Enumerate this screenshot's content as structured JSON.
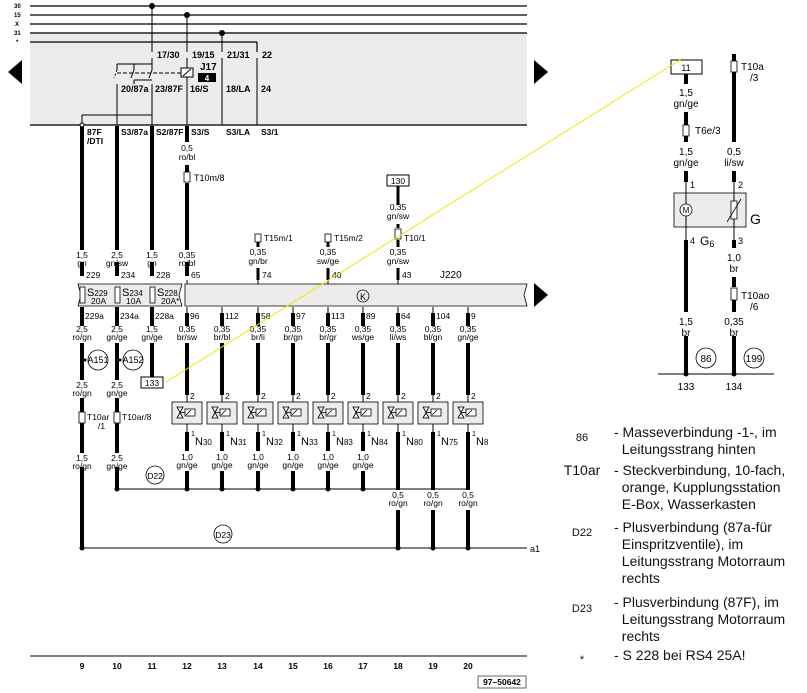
{
  "rails": [
    {
      "label": "30"
    },
    {
      "label": "15"
    },
    {
      "label": "X"
    },
    {
      "label": "31"
    },
    {
      "label": "*"
    }
  ],
  "relay": {
    "name": "J17",
    "badge": "4",
    "pins_top": [
      "17/30",
      "19/15",
      "21/31",
      "22"
    ],
    "pins_bottom": [
      "20/87a",
      "23/87F",
      "16/S",
      "18/LA",
      "24"
    ]
  },
  "relay_outputs": [
    "87F\n/DTI",
    "S3/87a",
    "S2/87F",
    "S3/S",
    "S3/LA",
    "S3/1"
  ],
  "relay_output_lines": {
    "o0a": "87F",
    "o0b": "/DTI",
    "o1": "S3/87a",
    "o2": "S2/87F",
    "o3": "S3/S",
    "o4": "S3/LA",
    "o5": "S3/1"
  },
  "upper_wires": {
    "w12_top": {
      "size": "0,5",
      "color": "ro/bl"
    },
    "t10m8": "T10m/8"
  },
  "fuse_inputs": [
    {
      "size": "1,5",
      "color": "gn",
      "pin": "229"
    },
    {
      "size": "2,5",
      "color": "gn/sw",
      "pin": "234"
    },
    {
      "size": "1,5",
      "color": "gn",
      "pin": "228"
    },
    {
      "size": "0,35",
      "color": "ro/bl",
      "pin": "65"
    }
  ],
  "ecu_inputs": [
    {
      "connector": "T15m/1",
      "size": "0,35",
      "color": "gn/br",
      "pin": "74"
    },
    {
      "connector": "T15m/2",
      "size": "0,35",
      "color": "sw/ge",
      "pin": "40"
    },
    {
      "connector": "T10/1",
      "size": "0,35",
      "color": "gn/sw",
      "pin": "43",
      "upper_size": "0,35",
      "upper_color": "gn/sw",
      "ref": "130"
    }
  ],
  "ecu": {
    "name": "J220",
    "symbol": "K"
  },
  "fuses": [
    {
      "name": "S",
      "num": "229",
      "rating": "20A"
    },
    {
      "name": "S",
      "num": "234",
      "rating": "10A"
    },
    {
      "name": "S",
      "num": "228",
      "rating": "20A*"
    }
  ],
  "fuse_outputs": [
    {
      "pin": "229a",
      "size": "2,5",
      "color": "ro/gn",
      "conn": "A151",
      "size2": "2,5",
      "color2": "ro/gn",
      "plug": "T10ar",
      "plug2": "/1",
      "size3": "1,5",
      "color3": "ro/gn"
    },
    {
      "pin": "234a",
      "size": "2,5",
      "color": "gn/ge",
      "conn": "A152",
      "size2": "2,5",
      "color2": "gn/ge",
      "plug": "T10ar/8",
      "size3": "2,5",
      "color3": "gn/ge"
    },
    {
      "pin": "228a",
      "size": "1,5",
      "color": "gn/ge",
      "ref": "133"
    }
  ],
  "ecu_outputs": [
    {
      "pin": "96",
      "size": "0,35",
      "color": "br/sw"
    },
    {
      "pin": "112",
      "size": "0,35",
      "color": "br/bl"
    },
    {
      "pin": "58",
      "size": "0,35",
      "color": "br/li"
    },
    {
      "pin": "97",
      "size": "0,35",
      "color": "br/gn"
    },
    {
      "pin": "113",
      "size": "0,35",
      "color": "br/gr"
    },
    {
      "pin": "89",
      "size": "0,35",
      "color": "ws/ge"
    },
    {
      "pin": "64",
      "size": "0,35",
      "color": "li/ws"
    },
    {
      "pin": "104",
      "size": "0,35",
      "color": "bl/gn"
    },
    {
      "pin": "9",
      "size": "0,35",
      "color": "gn/ge"
    }
  ],
  "injectors": [
    {
      "name": "N",
      "sub": "30",
      "pin_top": "2",
      "pin_bot": "1",
      "size": "1,0",
      "color": "gn/ge"
    },
    {
      "name": "N",
      "sub": "31",
      "pin_top": "2",
      "pin_bot": "1",
      "size": "1,0",
      "color": "gn/ge"
    },
    {
      "name": "N",
      "sub": "32",
      "pin_top": "2",
      "pin_bot": "1",
      "size": "1,0",
      "color": "gn/ge"
    },
    {
      "name": "N",
      "sub": "33",
      "pin_top": "2",
      "pin_bot": "1",
      "size": "1,0",
      "color": "gn/ge"
    },
    {
      "name": "N",
      "sub": "83",
      "pin_top": "2",
      "pin_bot": "1",
      "size": "1,0",
      "color": "gn/ge"
    },
    {
      "name": "N",
      "sub": "84",
      "pin_top": "2",
      "pin_bot": "1",
      "size": "1,0",
      "color": "gn/ge"
    },
    {
      "name": "N",
      "sub": "80",
      "pin_top": "2",
      "pin_bot": "1",
      "size": "0,5",
      "color": "ro/gn"
    },
    {
      "name": "N",
      "sub": "75",
      "pin_top": "2",
      "pin_bot": "1",
      "size": "0,5",
      "color": "ro/gn"
    },
    {
      "name": "N",
      "sub": "8",
      "pin_top": "2",
      "pin_bot": "1",
      "size": "0,5",
      "color": "ro/gn"
    }
  ],
  "splices": {
    "d22": "D22",
    "d23": "D23",
    "a1": "a1"
  },
  "columns": [
    "9",
    "10",
    "11",
    "12",
    "13",
    "14",
    "15",
    "16",
    "17",
    "18",
    "19",
    "20"
  ],
  "doc_id": "97–50642",
  "sensor_section": {
    "ref": "11",
    "wire1": {
      "size": "1,5",
      "color": "gn/ge"
    },
    "plug1": "T6e/3",
    "wire2": {
      "size": "1,5",
      "color": "gn/ge"
    },
    "plug2a": "T10a",
    "plug2b": "/3",
    "wire3": {
      "size": "0,5",
      "color": "li/sw"
    },
    "pins": {
      "p1": "1",
      "p2": "2",
      "p3": "3",
      "p4": "4"
    },
    "component": "G",
    "sub_name": "G",
    "sub_num": "6",
    "motor": "M",
    "wire4": {
      "size": "1,0",
      "color": "br"
    },
    "plug3a": "T10ao",
    "plug3b": "/6",
    "wire5": {
      "size": "1,5",
      "color": "br"
    },
    "wire6": {
      "size": "0,35",
      "color": "br"
    },
    "grounds": [
      "86",
      "199"
    ],
    "columns": [
      "133",
      "134"
    ]
  },
  "legend": [
    {
      "key": "86",
      "desc": "- Masseverbindung -1-, im\n  Leitungsstrang hinten"
    },
    {
      "key": "T10ar",
      "desc": "- Steckverbindung, 10-fach,\n  orange, Kupplungsstation\n  E-Box, Wasserkasten"
    },
    {
      "key": "D22",
      "desc": "- Plusverbindung (87a-für\n  Einspritzventile), im\n  Leitungsstrang Motorraum\n  rechts"
    },
    {
      "key": "D23",
      "desc": "- Plusverbindung (87F), im\n  Leitungsstrang Motorraum\n  rechts"
    },
    {
      "key": "*",
      "desc": "- S 228 bei RS4 25A!"
    }
  ],
  "colors": {
    "panel": "#ececec",
    "wire": "#000000",
    "crossline": "#f5e600"
  }
}
